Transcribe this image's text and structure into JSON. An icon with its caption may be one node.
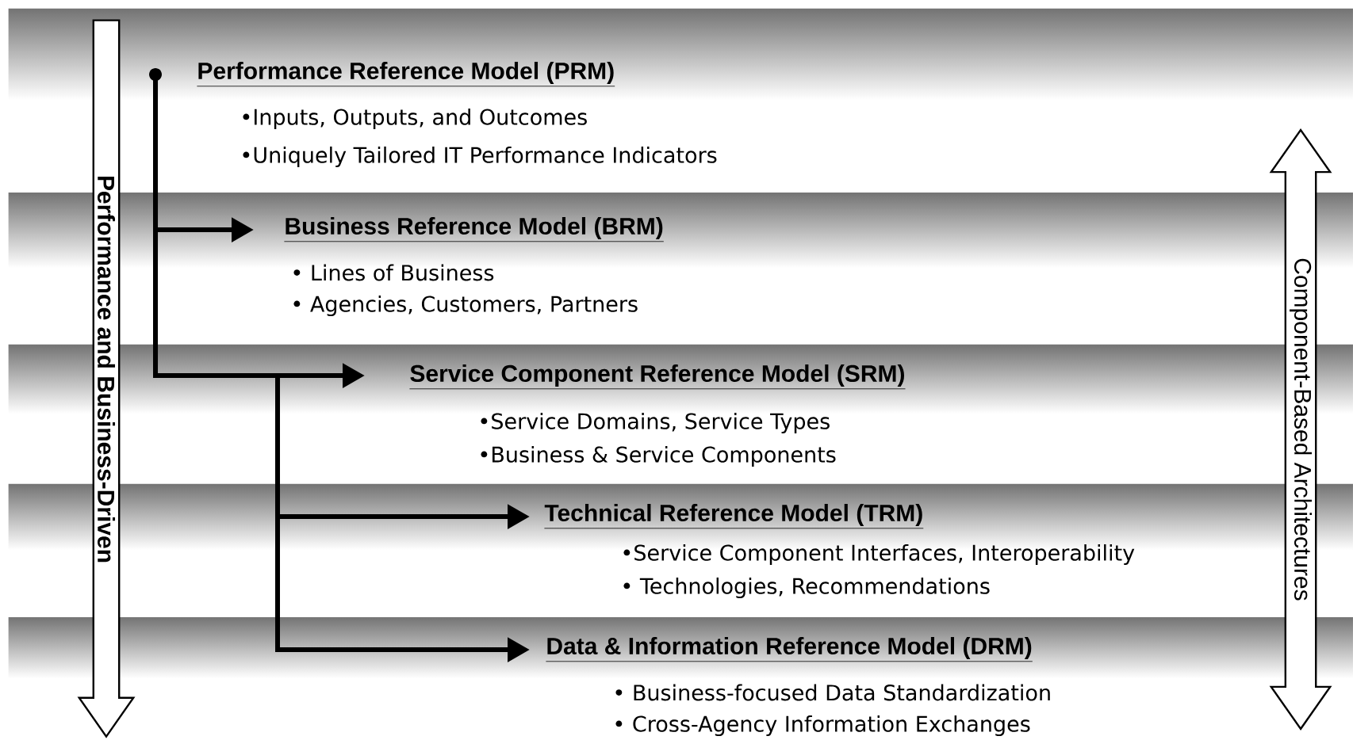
{
  "diagram": {
    "nodes": [
      {
        "text": [],
        "shape": "circle"
      },
      {
        "text": [
          "Performance Reference Model (PRM)",
          "•Inputs, Outputs, and Outcomes",
          "•Uniquely Tailored IT Performance Indicators"
        ]
      },
      {
        "text": [
          "Business Reference Model (BRM)",
          "• Lines of Business",
          "• Agencies, Customers, Partners"
        ]
      },
      {
        "text": [
          "Service Component Reference Model (SRM)",
          "•Service Domains, Service Types",
          "•Business & Service Components"
        ]
      },
      {
        "text": [
          "Technical Reference Model (TRM)",
          "•Service Component Interfaces, Interoperability",
          "• Technologies, Recommendations"
        ]
      },
      {
        "text": [
          "Data & Information Reference Model (DRM)",
          "• Business-focused Data Standardization",
          "• Cross-Agency Information Exchanges"
        ]
      },
      {
        "text": [
          "Performance and Business-Driven"
        ]
      },
      {
        "text": [
          "Component-Based Architectures"
        ]
      }
    ],
    "edges": [
      {
        "from": 0,
        "to": 2,
        "arrow": "to"
      },
      {
        "from": 0,
        "to": 3,
        "arrow": "to"
      },
      {
        "from": 0,
        "to": 4,
        "arrow": "to"
      },
      {
        "from": 0,
        "to": 5,
        "arrow": "to"
      }
    ]
  }
}
